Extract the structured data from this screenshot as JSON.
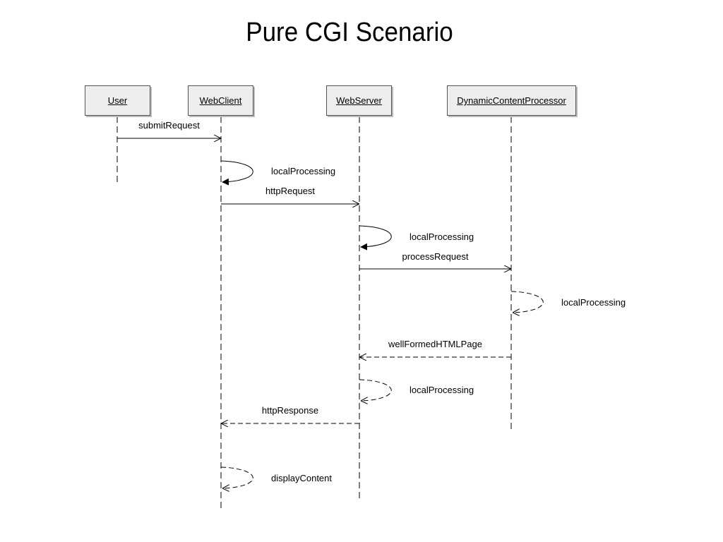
{
  "title": "Pure CGI Scenario",
  "actors": [
    {
      "id": "user",
      "label": "User"
    },
    {
      "id": "webclient",
      "label": "WebClient"
    },
    {
      "id": "webserver",
      "label": "WebServer"
    },
    {
      "id": "dcp",
      "label": "DynamicContentProcessor"
    }
  ],
  "messages": [
    {
      "label": "submitRequest",
      "from": "user",
      "to": "webclient",
      "style": "solid"
    },
    {
      "label": "localProcessing",
      "from": "webclient",
      "to": "webclient",
      "style": "solid-self"
    },
    {
      "label": "httpRequest",
      "from": "webclient",
      "to": "webserver",
      "style": "solid"
    },
    {
      "label": "localProcessing",
      "from": "webserver",
      "to": "webserver",
      "style": "solid-self"
    },
    {
      "label": "processRequest",
      "from": "webserver",
      "to": "dcp",
      "style": "solid"
    },
    {
      "label": "localProcessing",
      "from": "dcp",
      "to": "dcp",
      "style": "dashed-self"
    },
    {
      "label": "wellFormedHTMLPage",
      "from": "dcp",
      "to": "webserver",
      "style": "dashed"
    },
    {
      "label": "localProcessing",
      "from": "webserver",
      "to": "webserver",
      "style": "dashed-self"
    },
    {
      "label": "httpResponse",
      "from": "webserver",
      "to": "webclient",
      "style": "dashed"
    },
    {
      "label": "displayContent",
      "from": "webclient",
      "to": "webclient",
      "style": "dashed-self"
    }
  ]
}
